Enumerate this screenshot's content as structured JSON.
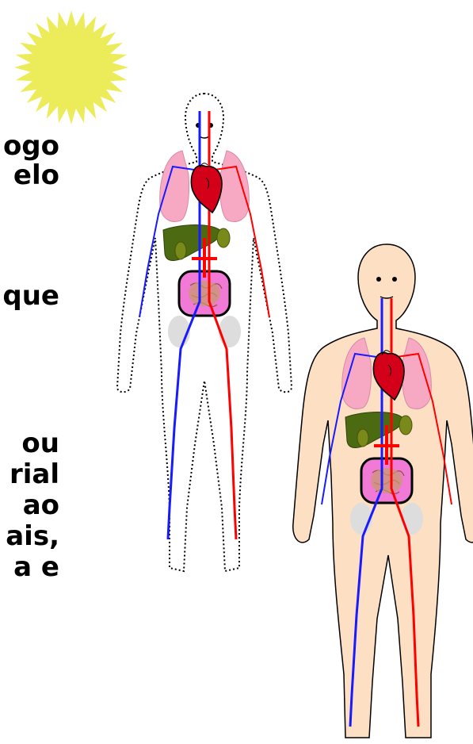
{
  "text_fragments": [
    "ogo",
    "elo",
    "que",
    "ou",
    "rial",
    "ao",
    "ais,",
    "a e"
  ],
  "colors": {
    "sun": "#ecec5a",
    "artery": "#ff0000",
    "vein": "#1a1aff",
    "lungs": "#f7a8c3",
    "heart": "#d4001a",
    "liver": "#4b6a12",
    "kidney": "#7a8a1a",
    "intestine_outer": "#f07ad6",
    "intestine_inner": "#c89a6a",
    "skin": "#fde0c4",
    "bone": "#dddddd"
  },
  "icons": [
    "sun-icon",
    "circulatory-system-outline-figure",
    "circulatory-system-skin-figure"
  ]
}
